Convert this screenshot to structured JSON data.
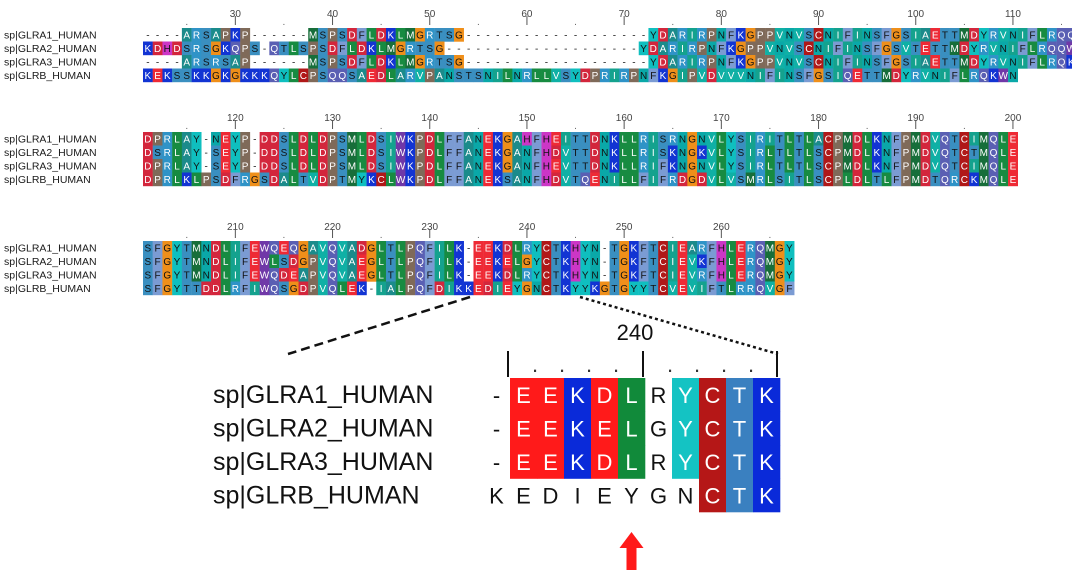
{
  "alignment": {
    "names": [
      "sp|GLRA1_HUMAN",
      "sp|GLRA2_HUMAN",
      "sp|GLRA3_HUMAN",
      "sp|GLRB_HUMAN"
    ],
    "blocks": [
      {
        "start": 21,
        "ticks": [
          30,
          40,
          50,
          60,
          70,
          80,
          90,
          100,
          110
        ],
        "rows": [
          "----ARSAPKP------MSPSDFLDKLMGRTSG-------------------YDARIRPNFKGPPVNVSCNIFINSFGSIAETTMDYRVNIFLRQQWN",
          "KDHDSRSGKQPS-QTLSPSDFLDKLMGRTSG--------------------YDARIRPNFKGPPVNVSCNIFINSFGSVTETTMDYRVNIFLRQQWN",
          "----ARSRSAP------MSPSDFLDKLMGRTSG-------------------YDARIRPNFKGPPVNVSCNIFINSFGSIAETTMDYRVNIFLRQKWN",
          "KEKSSKKGKGKKKQYLCPSQQSAEDLARVPANSTSNILNRLLVSYDPRIRPNFKGIPVDVVVNIFINSFGSIQETTMDYRVNIFLRQKWN"
        ]
      },
      {
        "start": 111,
        "ticks": [
          120,
          130,
          140,
          150,
          160,
          170,
          180,
          190,
          200
        ],
        "rows": [
          "DPRLAY-NEYP-DDSLDLDPSMLDSIWKPDLFFANEKGAHFHEITTDNKLLRISRNGNVLYSIRITLTLACPMDLKNFPMDVQTCIMQLE",
          "DSRLAY-SEYP-DDSLDLDPSMLDSIWKPDLFFANEKGANFHDVTTDNKLLRISKNGKVLYSIRLTLTLSCPMDLKNFPMDVQTCTMQLE",
          "DPRLAY-SEYP-DDSLDLDPSMLDSIWKPDLFFANEKGANFHEVTTDNKLLRIFKNGNVLYSIRLTLTLSCPMDLKNFPMDVQTCIMQLE",
          "DPRLKLPSDFRGSDALTVDPTMYKCLWKPDLFFANEKSANFHDVTQENILLFIFRDGDVLVSMRLSITLSCPLDLTLFPMDTQRCKMQLE"
        ]
      },
      {
        "start": 201,
        "ticks": [
          210,
          220,
          230,
          240,
          250,
          260
        ],
        "rows": [
          "SFGYTMNDLIFEWQEQGAVQVADGLTLPQFILK-EEKDLRYCTKHYN-TGKFTCIEARFHLERQMGY",
          "SFGYTMNDLIFEWLSDGPVQVAEGLTLPQFILK-EEKELGYCTKHYN-TGKFTCIEVKFHLERQMGY",
          "SFGYTMNDLIFEWQDEAPVQVAEGLTLPQFILK-EEKDLRYCTKHYN-TGKFTCIEVRFHLERQMGY",
          "SFGYTTDDLRFIWQSGDPVQLEK-IALPQFDIKKEDIEYGNCTKYYKGTGYYTCVEVIFTLRRQVGF"
        ]
      }
    ]
  },
  "zoom": {
    "names": [
      "sp|GLRA1_HUMAN",
      "sp|GLRA2_HUMAN",
      "sp|GLRA3_HUMAN",
      "sp|GLRB_HUMAN"
    ],
    "rows": [
      "-EEKDLRYCTK",
      "-EEKELGYCTK",
      "-EEKDLRYCTK",
      "KEDIEYGNCTK"
    ],
    "tick_label": "240",
    "marker": "red-up-arrow",
    "marker_color": "#ff1a1a"
  },
  "colors": {
    "A": "#1b8b8b",
    "C": "#b01818",
    "D": "#d3263c",
    "E": "#ee2a35",
    "F": "#7b9bd3",
    "G": "#ef8f1a",
    "H": "#cc36c6",
    "I": "#14a28e",
    "K": "#1234d3",
    "L": "#178b41",
    "M": "#176e3a",
    "N": "#0aa8a8",
    "P": "#7f6a59",
    "Q": "#5a5fb3",
    "R": "#2f93c7",
    "S": "#3a8fc0",
    "T": "#3a8fc0",
    "V": "#0fb0a5",
    "W": "#7038a8",
    "Y": "#0fbfbf"
  },
  "zoom_colors": {
    "E": "#ff1a1a",
    "D": "#ff1a1a",
    "K": "#0a2ad9",
    "L": "#118a3a",
    "Y": "#14c3c3",
    "C": "#b51717",
    "T": "#3a80c0"
  },
  "zoom_colored_columns": [
    1,
    2,
    3,
    4,
    5,
    7,
    8,
    9,
    10
  ]
}
